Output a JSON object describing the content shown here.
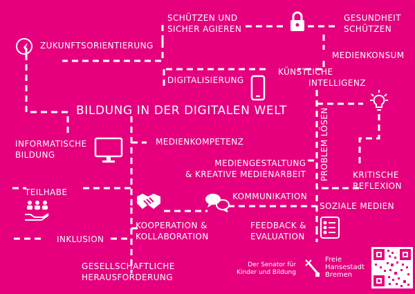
{
  "title": "BILDUNG IN DER DIGITALEN WELT",
  "nodes": {
    "zukunft": "ZUKUNFTSORIENTIERUNG",
    "schuetzen": [
      "SCHÜTZEN UND",
      "SICHER AGIEREN"
    ],
    "gesundheit": [
      "GESUNDHEIT",
      "SCHÜTZEN"
    ],
    "medienkonsum": "MEDIENKONSUM",
    "digitalisierung": "DIGITALISIERUNG",
    "ki": [
      "KÜNSTLICHE",
      "INTELLIGENZ"
    ],
    "informatische": [
      "INFORMATISCHE",
      "BILDUNG"
    ],
    "medienkompetenz": "MEDIENKOMPETENZ",
    "mediengestaltung": [
      "MEDIENGESTALTUNG",
      "& KREATIVE MEDIENARBEIT"
    ],
    "problem": "PROBLEM LÖSEN",
    "kritische": [
      "KRITISCHE",
      "REFLEXION"
    ],
    "teilhabe": "TEILHABE",
    "kommunikation": "KOMMUNIKATION",
    "soziale": "SOZIALE MEDIEN",
    "kooperation": [
      "KOOPERATION &",
      "KOLLABORATION"
    ],
    "feedback": [
      "FEEDBACK &",
      "EVALUATION"
    ],
    "inklusion": "INKLUSION",
    "gesellschaft": [
      "GESELLSCHAFTLICHE",
      "HERAUSFORDERUNG"
    ]
  },
  "footer": {
    "senator": [
      "Der Senator für",
      "Kinder und Bildung"
    ],
    "bremen": [
      "Freie",
      "Hansestadt",
      "Bremen"
    ]
  },
  "icons": [
    "compass-icon",
    "lock-icon",
    "smartphone-icon",
    "lightbulb-icon",
    "monitor-icon",
    "people-hand-icon",
    "handshake-icon",
    "chat-bubbles-icon",
    "checklist-icon",
    "bremen-key-icon",
    "qr-code"
  ],
  "colors": {
    "background": "#e6007e",
    "foreground": "#ffffff"
  }
}
